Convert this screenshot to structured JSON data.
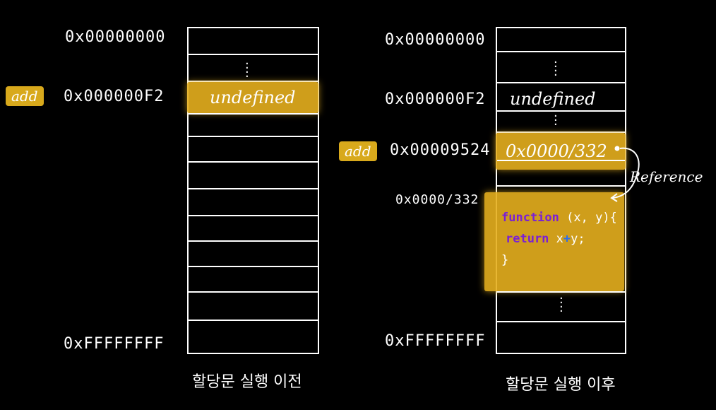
{
  "left": {
    "addr_top": "0x00000000",
    "addr_add": "0x000000F2",
    "addr_bottom": "0xFFFFFFFF",
    "var_tag": "add",
    "cell_value": "undefined",
    "caption": "할당문 실행 이전"
  },
  "right": {
    "addr_top": "0x00000000",
    "addr_mid": "0x000000F2",
    "addr_add": "0x00009524",
    "addr_func": "0x0000/332",
    "addr_bottom": "0xFFFFFFFF",
    "var_tag": "add",
    "cell_undefined": "undefined",
    "cell_pointer": "0x0000/332",
    "reference_label": "Reference",
    "code": {
      "line1_kw": "function",
      "line1_rest": "(x, y){",
      "line2_kw": "return",
      "line2_a": "x",
      "line2_op": "+",
      "line2_b": "y;",
      "line3": "}"
    },
    "caption": "할당문 실행 이후"
  },
  "colors": {
    "highlight": "#e6af1e",
    "keyword": "#7a1fd6",
    "operator": "#2a6df0"
  }
}
